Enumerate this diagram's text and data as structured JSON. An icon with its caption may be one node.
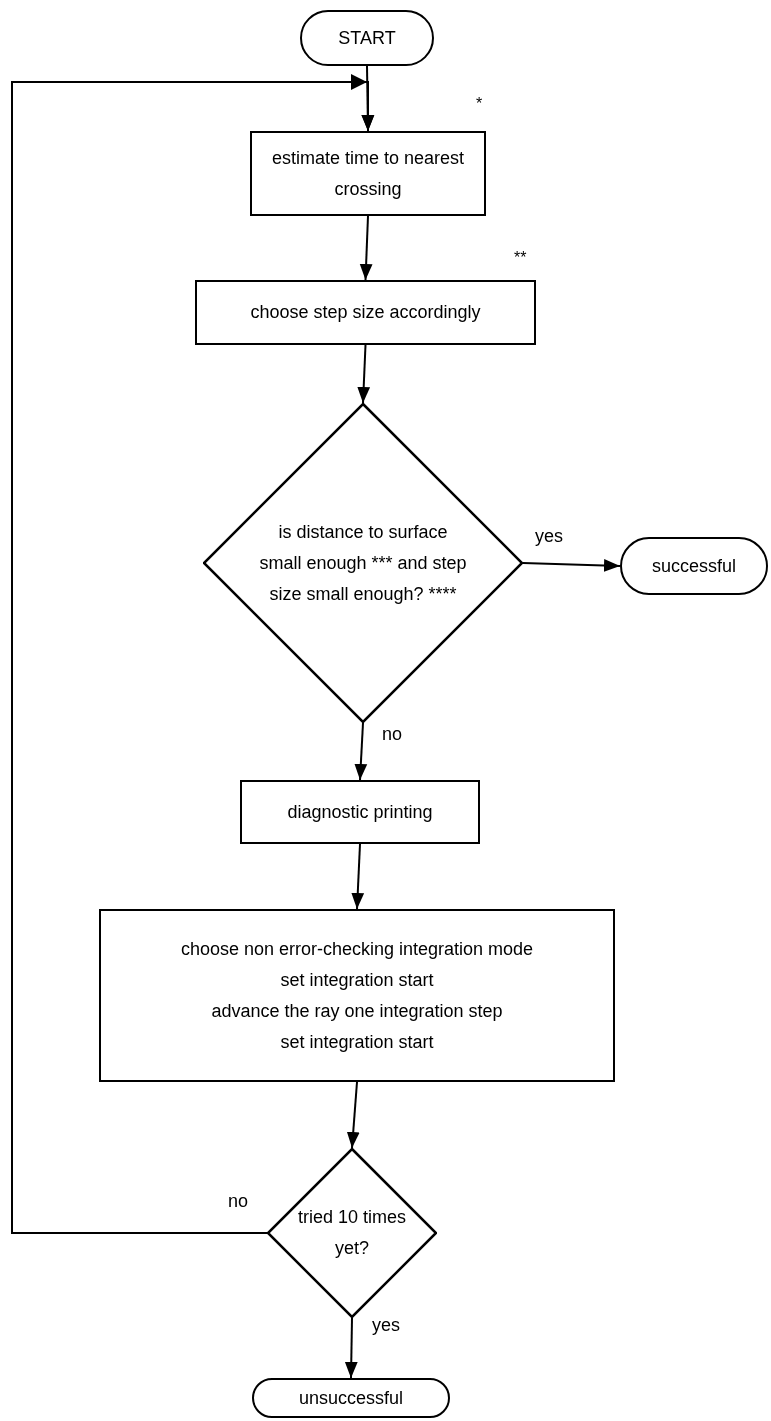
{
  "diagram": {
    "nodes": [
      {
        "text": [
          "START"
        ]
      },
      {
        "text": [
          "estimate time to nearest crossing"
        ],
        "beside": [
          "*"
        ]
      },
      {
        "text": [
          "choose step size accordingly"
        ],
        "beside": [
          "**"
        ]
      },
      {
        "text": [
          "is distance to surface small enough *** and step size small enough? ****"
        ]
      },
      {
        "text": [
          "successful"
        ]
      },
      {
        "text": [
          "diagnostic printing"
        ]
      },
      {
        "text": [
          "choose non error-checking integration mode",
          "set integration start",
          "advance the ray one integration step",
          "set integration start"
        ]
      },
      {
        "text": [
          "tried 10 times yet?"
        ]
      },
      {
        "text": [
          "unsuccessful"
        ]
      }
    ],
    "edges": [
      {
        "from": 0,
        "to": 1,
        "arrow": "to"
      },
      {
        "from": 1,
        "to": 2,
        "arrow": "to"
      },
      {
        "from": 2,
        "to": 3,
        "arrow": "to"
      },
      {
        "from": 3,
        "to": 4,
        "arrow": "to",
        "label": "yes"
      },
      {
        "from": 3,
        "to": 5,
        "arrow": "to",
        "label": "no"
      },
      {
        "from": 5,
        "to": 6,
        "arrow": "to"
      },
      {
        "from": 6,
        "to": 7,
        "arrow": "to"
      },
      {
        "from": 7,
        "to": 1,
        "arrow": "to",
        "label": "no"
      },
      {
        "from": 7,
        "to": 8,
        "arrow": "to",
        "label": "yes"
      }
    ]
  }
}
